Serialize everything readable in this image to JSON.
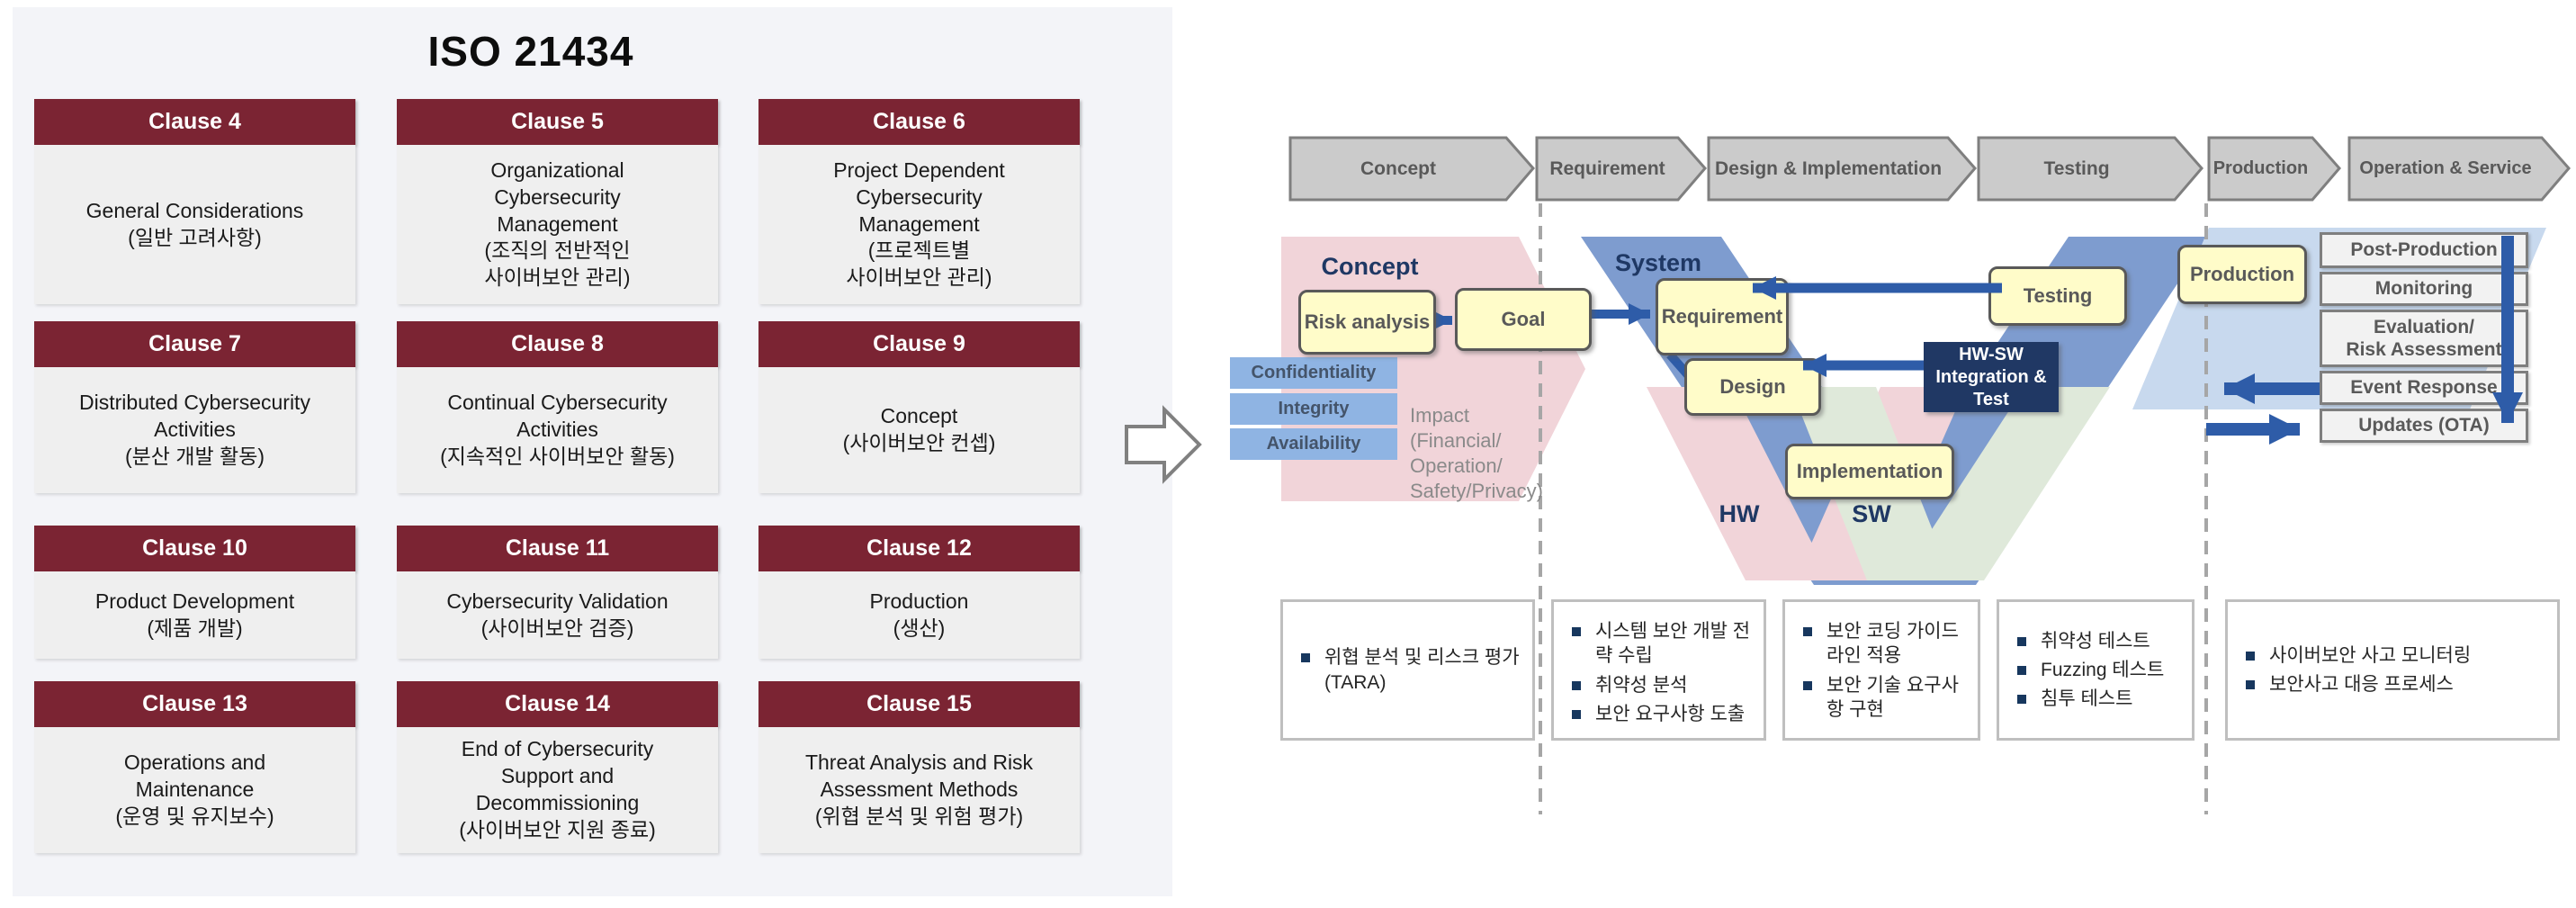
{
  "left_panel": {
    "title": "ISO 21434",
    "clauses": [
      {
        "title": "Clause 4",
        "body": "General Considerations\n(일반 고려사항)"
      },
      {
        "title": "Clause 5",
        "body": "Organizational\nCybersecurity\nManagement\n(조직의 전반적인\n사이버보안 관리)"
      },
      {
        "title": "Clause 6",
        "body": "Project Dependent\nCybersecurity\nManagement\n(프로젝트별\n사이버보안 관리)"
      },
      {
        "title": "Clause 7",
        "body": "Distributed Cybersecurity\nActivities\n(분산 개발 활동)"
      },
      {
        "title": "Clause 8",
        "body": "Continual Cybersecurity\nActivities\n(지속적인 사이버보안 활동)"
      },
      {
        "title": "Clause 9",
        "body": "Concept\n(사이버보안 컨셉)"
      },
      {
        "title": "Clause 10",
        "body": "Product Development\n(제품 개발)"
      },
      {
        "title": "Clause 11",
        "body": "Cybersecurity Validation\n(사이버보안 검증)"
      },
      {
        "title": "Clause 12",
        "body": "Production\n(생산)"
      },
      {
        "title": "Clause 13",
        "body": "Operations and\nMaintenance\n(운영 및 유지보수)"
      },
      {
        "title": "Clause 14",
        "body": "End of Cybersecurity\nSupport and\nDecommissioning\n(사이버보안 지원 종료)"
      },
      {
        "title": "Clause 15",
        "body": "Threat Analysis and Risk\nAssessment Methods\n(위협 분석 및 위험 평가)"
      }
    ]
  },
  "right_panel": {
    "phases": [
      "Concept",
      "Requirement",
      "Design & Implementation",
      "Testing",
      "Production",
      "Operation & Service"
    ],
    "vmodel": {
      "concept_label": "Concept",
      "system_label": "System",
      "hw_label": "HW",
      "sw_label": "SW",
      "boxes": {
        "risk_analysis": "Risk analysis",
        "goal": "Goal",
        "requirement": "Requirement",
        "design": "Design",
        "implementation": "Implementation",
        "testing": "Testing",
        "production": "Production"
      },
      "integration_box": "HW-SW\nIntegration &\nTest",
      "cia": [
        "Confidentiality",
        "Integrity",
        "Availability"
      ],
      "impact": "Impact\n(Financial/\nOperation/\nSafety/Privacy)"
    },
    "post_production_stack": [
      "Post-Production",
      "Monitoring",
      "Evaluation/\nRisk Assessment",
      "Event Response",
      "Updates (OTA)"
    ],
    "notes": [
      {
        "items": [
          "위협 분석 및 리스크 평가(TARA)"
        ]
      },
      {
        "items": [
          "시스템 보안 개발 전략 수립",
          "취약성 분석",
          "보안 요구사항 도출"
        ]
      },
      {
        "items": [
          "보안 코딩 가이드라인 적용",
          "보안 기술 요구사항 구현"
        ]
      },
      {
        "items": [
          "취약성 테스트",
          "Fuzzing 테스트",
          "침투 테스트"
        ]
      },
      {
        "items": [
          "사이버보안 사고 모니터링",
          "보안사고 대응 프로세스"
        ]
      }
    ]
  },
  "colors": {
    "maroon_header": "#7B2433",
    "yellow_box": "#FFFCC9",
    "navy_box": "#203864",
    "arrow_blue": "#2E5CA8",
    "v_blue": "#7E9CCF",
    "hw_pink": "#F1D4D9",
    "sw_green": "#DFE9DA",
    "operation_light_blue": "#C8D9EE",
    "cia_blue": "#8FB4E3",
    "chevron_gray": "#CBCBCB"
  }
}
